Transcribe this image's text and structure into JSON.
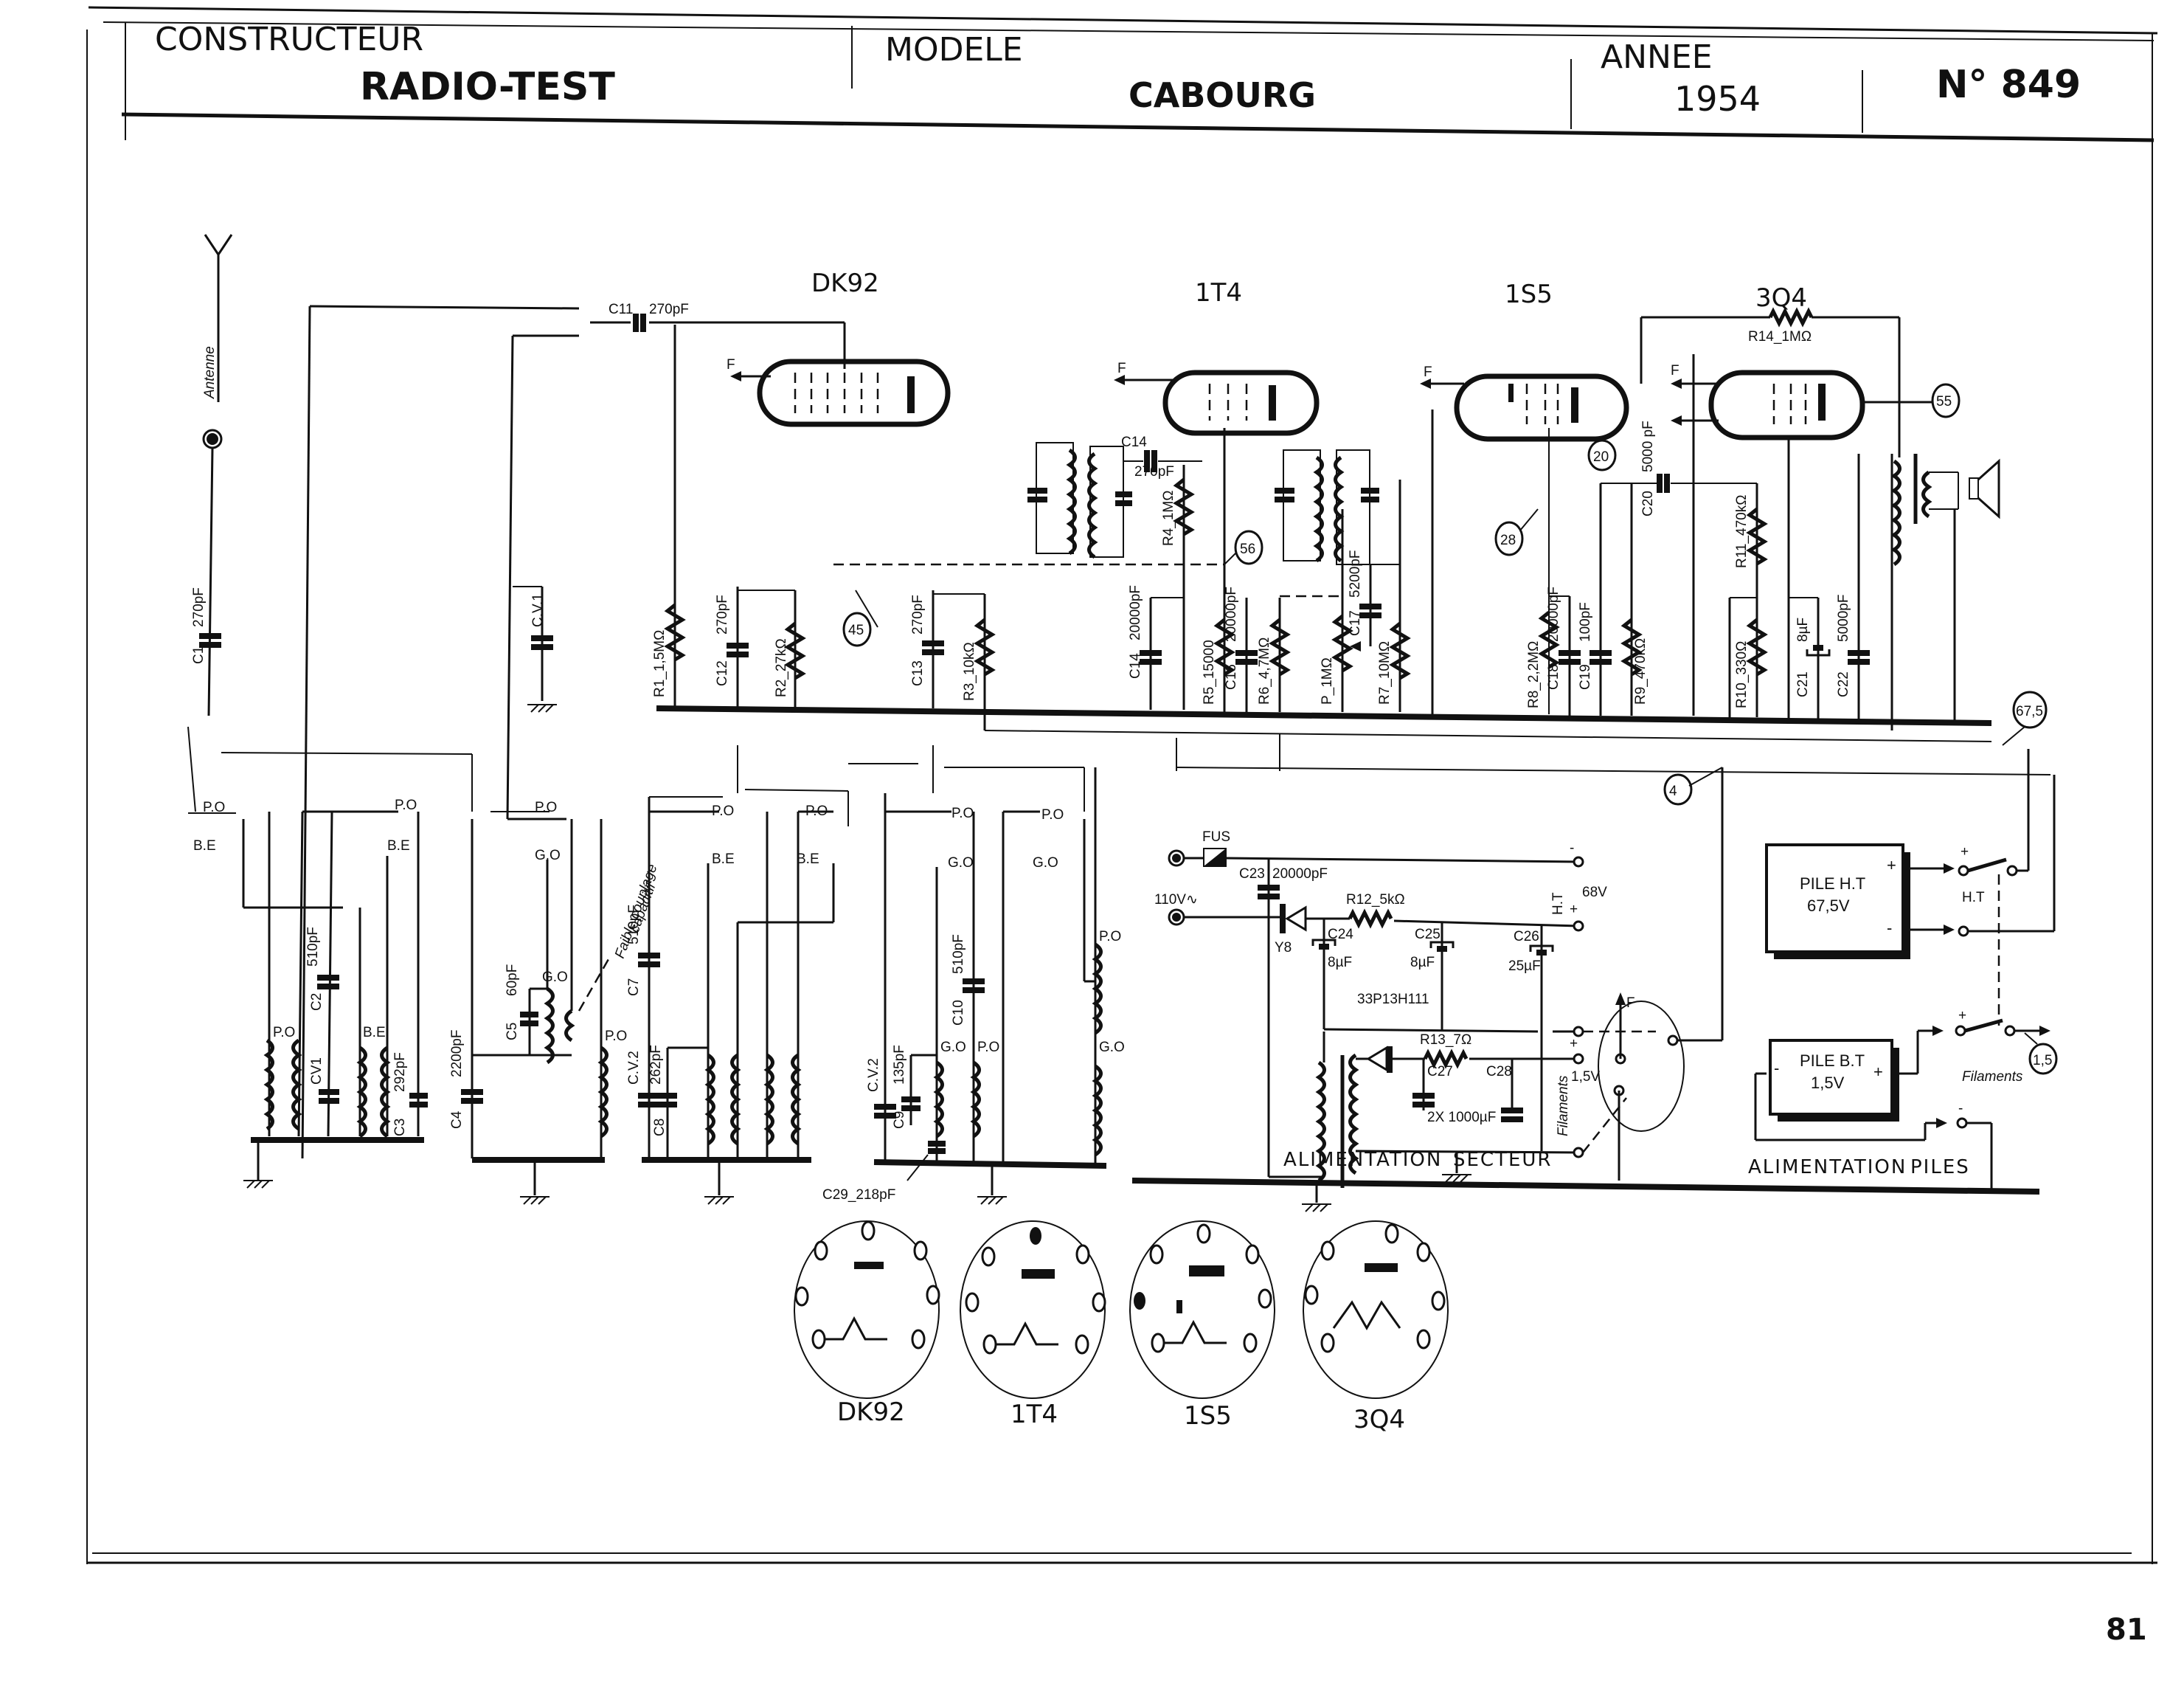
{
  "header": {
    "constructor_label": "CONSTRUCTEUR",
    "constructor_value": "RADIO-TEST",
    "model_label": "MODELE",
    "model_value": "CABOURG",
    "year_label": "ANNEE",
    "year_value": "1954",
    "sheet_number": "N° 849"
  },
  "page_number": "81",
  "tubes": [
    {
      "id": "DK92",
      "label": "DK92"
    },
    {
      "id": "1T4",
      "label": "1T4"
    },
    {
      "id": "1S5",
      "label": "1S5"
    },
    {
      "id": "3Q4",
      "label": "3Q4"
    }
  ],
  "antenna": {
    "label": "Antenne"
  },
  "components": {
    "C1": "C1",
    "C1_val": "270pF",
    "C2": "C2",
    "C2_val": "510pF",
    "C3": "C3",
    "C3_val": "292pF",
    "CV1": "CV1",
    "CV1_top": "C.V.1",
    "C4": "C4",
    "C4_val": "2200pF",
    "C5": "C5",
    "C5_val": "60pF",
    "C7": "C7",
    "C7_val": "510pF",
    "CV2a": "C.V.2",
    "C8": "C8",
    "C8_val": "262pF",
    "CV2b": "C.V.2",
    "C9": "C9",
    "C9_val": "135pF",
    "C10": "C10",
    "C10_val": "510pF",
    "C29": "C29_218pF",
    "C11": "C11",
    "C11_val": "270pF",
    "R1": "R1_1,5MΩ",
    "C12": "C12",
    "C12_val": "270pF",
    "R2": "R2_27kΩ",
    "C13": "C13",
    "C13_val": "270pF",
    "R3": "R3_10kΩ",
    "C14a": "C14",
    "C14a_val": "270pF",
    "R4": "R4_1MΩ",
    "C14": "C14",
    "C14_val": "20000pF",
    "R5": "R5_15000",
    "C16": "C16",
    "C16_val": "20000pF",
    "R6": "R6_4,7MΩ",
    "P": "P_1MΩ",
    "C17": "C17",
    "C17_val": "5200pF",
    "R7": "R7_10MΩ",
    "R8": "R8_2,2MΩ",
    "C18": "C18",
    "C18_val": "20000pF",
    "C19": "C19",
    "C19_val": "100pF",
    "R9": "R9_470kΩ",
    "C20": "C20",
    "C20_val": "5000 pF",
    "R10": "R10_330Ω",
    "R11": "R11_470kΩ",
    "C21": "C21",
    "C21_val": "8µF",
    "C22": "C22",
    "C22_val": "5000pF",
    "R14": "R14_1MΩ"
  },
  "markers": [
    "45",
    "56",
    "28",
    "20",
    "55",
    "67,5",
    "4",
    "1,5"
  ],
  "switch_labels": {
    "po": "P.O",
    "be": "B.E",
    "go": "G.O",
    "coupling_note_1": "Faible couplage",
    "coupling_note_2": "capacitif",
    "filament_arrow": "F"
  },
  "power_mains": {
    "title_1": "ALIMENTATION",
    "title_2": "SECTEUR",
    "fuse": "FUS",
    "input": "110V∿",
    "C23": "C23",
    "C23_val": "20000pF",
    "rectifier": "Y8",
    "R12": "R12_5kΩ",
    "C24": "C24",
    "C24_val": "8µF",
    "C25": "C25",
    "C25_val": "8µF",
    "C26": "C26",
    "C26_val": "25µF",
    "ht_label": "H.T",
    "ht_voltage": "68V",
    "minus": "-",
    "plus": "+",
    "transformer": "33P13H111",
    "R13": "R13_7Ω",
    "C27": "C27",
    "C28": "C28",
    "C27_28_val": "2X 1000µF",
    "filaments": "Filaments",
    "filament_voltage": "1,5V"
  },
  "power_batteries": {
    "title_1": "ALIMENTATION",
    "title_2": "PILES",
    "ht_battery_name": "PILE H.T",
    "ht_battery_voltage": "67,5V",
    "bt_battery_name": "PILE B.T",
    "bt_battery_voltage": "1,5V",
    "switch_ht": "H.T",
    "filaments": "Filaments",
    "plus": "+",
    "minus": "-"
  }
}
